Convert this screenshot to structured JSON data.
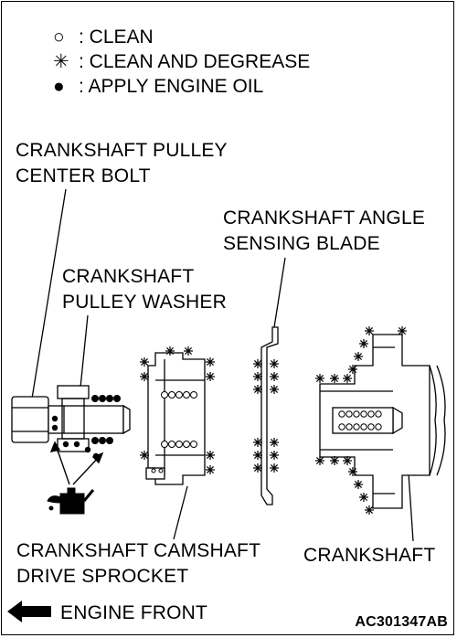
{
  "legend": [
    {
      "symbol": "○",
      "text": ": CLEAN"
    },
    {
      "symbol": "✳",
      "text": ": CLEAN AND DEGREASE"
    },
    {
      "symbol": "●",
      "text": ": APPLY ENGINE OIL"
    }
  ],
  "labels": {
    "center_bolt": [
      "CRANKSHAFT PULLEY",
      "CENTER BOLT"
    ],
    "angle_blade": [
      "CRANKSHAFT ANGLE",
      "SENSING BLADE"
    ],
    "pulley_washer": [
      "CRANKSHAFT",
      "PULLEY WASHER"
    ],
    "sprocket": [
      "CRANKSHAFT CAMSHAFT",
      "DRIVE SPROCKET"
    ],
    "crankshaft": "CRANKSHAFT",
    "engine_front": "ENGINE FRONT"
  },
  "figure_code": "AC301347AB",
  "icons": {
    "direction": "left-arrow-icon",
    "oil": "oil-can-icon"
  }
}
